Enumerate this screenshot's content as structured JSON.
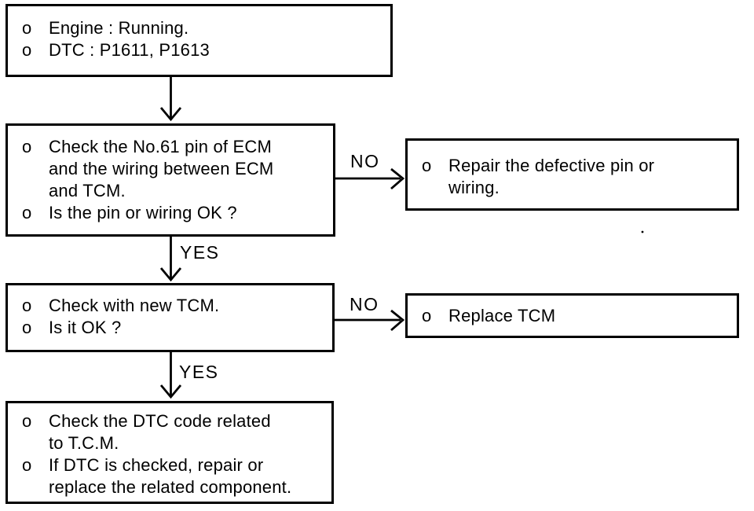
{
  "flowchart": {
    "nodes": {
      "start": {
        "items": [
          {
            "bullet": "o",
            "text": "Engine : Running."
          },
          {
            "bullet": "o",
            "text": "DTC : P1611, P1613"
          }
        ]
      },
      "check_pin_wiring": {
        "items": [
          {
            "bullet": "o",
            "text": "Check the No.61 pin of ECM\nand the wiring between ECM\nand TCM."
          },
          {
            "bullet": "o",
            "text": "Is the pin or wiring OK ?"
          }
        ]
      },
      "repair_pin_wiring": {
        "items": [
          {
            "bullet": "o",
            "text": "Repair the defective pin or\nwiring."
          }
        ]
      },
      "check_new_tcm": {
        "items": [
          {
            "bullet": "o",
            "text": "Check with new TCM."
          },
          {
            "bullet": "o",
            "text": "Is it OK ?"
          }
        ]
      },
      "replace_tcm": {
        "items": [
          {
            "bullet": "o",
            "text": "Replace TCM"
          }
        ]
      },
      "check_dtc_code": {
        "items": [
          {
            "bullet": "o",
            "text": "Check the DTC code related\nto T.C.M."
          },
          {
            "bullet": "o",
            "text": "If DTC is checked, repair or\nreplace the related component."
          }
        ]
      }
    },
    "edge_labels": {
      "yes_1": "YES",
      "no_1": "NO",
      "yes_2": "YES",
      "no_2": "NO"
    },
    "colors": {
      "ink": "#000000",
      "paper": "#ffffff"
    }
  }
}
